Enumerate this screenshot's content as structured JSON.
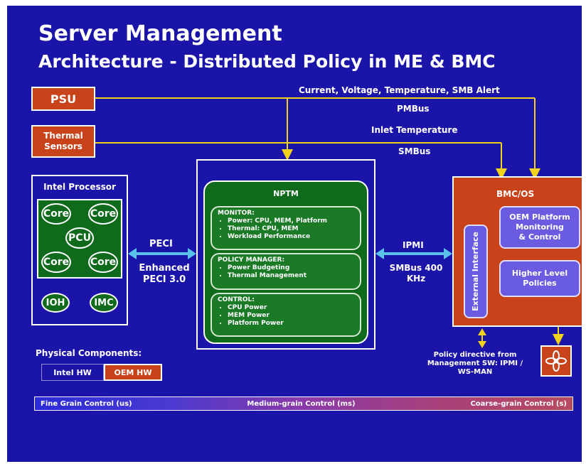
{
  "title": {
    "line1": "Server Management",
    "line2": "Architecture - Distributed Policy in ME & BMC"
  },
  "inputs": {
    "psu": "PSU",
    "thermal": "Thermal Sensors",
    "psu_signal": "Current, Voltage, Temperature, SMB Alert",
    "psu_bus": "PMBus",
    "thermal_signal": "Inlet Temperature",
    "thermal_bus": "SMBus"
  },
  "intel_processor": {
    "title": "Intel Processor",
    "cores": [
      "Core",
      "Core",
      "Core",
      "Core"
    ],
    "pcu": "PCU",
    "ioh": "IOH",
    "imc": "IMC"
  },
  "peci": {
    "label": "PECI",
    "enhanced": "Enhanced PECI 3.0"
  },
  "nptm": {
    "title": "NPTM",
    "sections": [
      {
        "header": "MONITOR:",
        "items": [
          "Power: CPU, MEM, Platform",
          "Thermal: CPU, MEM",
          "Workload Performance"
        ]
      },
      {
        "header": "POLICY MANAGER:",
        "items": [
          "Power Budgeting",
          "Thermal Management"
        ]
      },
      {
        "header": "CONTROL:",
        "items": [
          "CPU Power",
          "MEM Power",
          "Platform Power"
        ]
      }
    ]
  },
  "ipmi": {
    "label": "IPMI",
    "smbus": "SMBus 400 KHz"
  },
  "bmc": {
    "title": "BMC/OS",
    "external_interface": "External Interface",
    "oem_platform": "OEM Platform\nMonitoring\n& Control",
    "higher_level": "Higher Level\nPolicies"
  },
  "policy_directive": "Policy directive from Management SW: IPMI / WS-MAN",
  "legend": {
    "title": "Physical Components:",
    "intel_hw": "Intel HW",
    "oem_hw": "OEM HW"
  },
  "grain_bar": {
    "fine": "Fine Grain Control (us)",
    "medium": "Medium-grain Control (ms)",
    "coarse": "Coarse-grain Control (s)"
  },
  "colors": {
    "background": "#1b14a8",
    "oem_red": "#c8421a",
    "intel_green": "#0f6a1c",
    "arrow_yellow": "#f2d21b",
    "arrow_cyan": "#59c3ea"
  },
  "icons": {
    "fan": "fan-icon"
  }
}
